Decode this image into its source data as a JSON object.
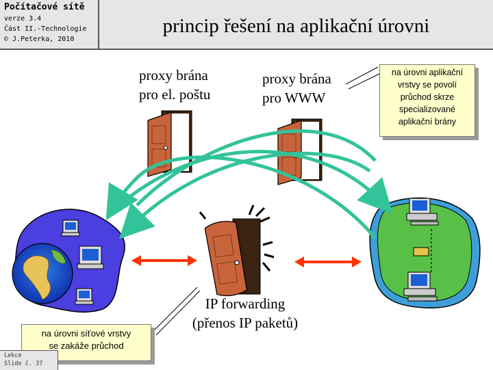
{
  "header": {
    "course": "Počítačové sítě",
    "version": "verze 3.4",
    "part": "Část II.-Technologie",
    "author": "© J.Peterka, 2010"
  },
  "title": "princip řešení na aplikační úrovni",
  "labels": {
    "mail_gateway": [
      "proxy brána",
      "pro el. poštu"
    ],
    "www_gateway": [
      "proxy brána",
      "pro WWW"
    ],
    "ip_forwarding": [
      "IP forwarding",
      "(přenos IP paketů)"
    ]
  },
  "notes": {
    "application_level": [
      "na úrovni aplikační",
      "vrstvy se povolí",
      "průchod skrze",
      "specializované",
      "aplikační brány"
    ],
    "network_level": [
      "na úrovni síťové vrstvy",
      "se zakáže průchod"
    ]
  },
  "footer": {
    "lecture": "Lekce",
    "slide": "Slide č. 37"
  },
  "colors": {
    "header_bg": "#e6e6e6",
    "note_bg": "#ffffcc",
    "green_arrow": "#33c39a",
    "red_arrow": "#ff3300",
    "door": "#c8643c"
  },
  "icons": [
    "door-open-icon",
    "door-closed-icon",
    "globe-icon",
    "computer-icon",
    "network-island-icon"
  ]
}
